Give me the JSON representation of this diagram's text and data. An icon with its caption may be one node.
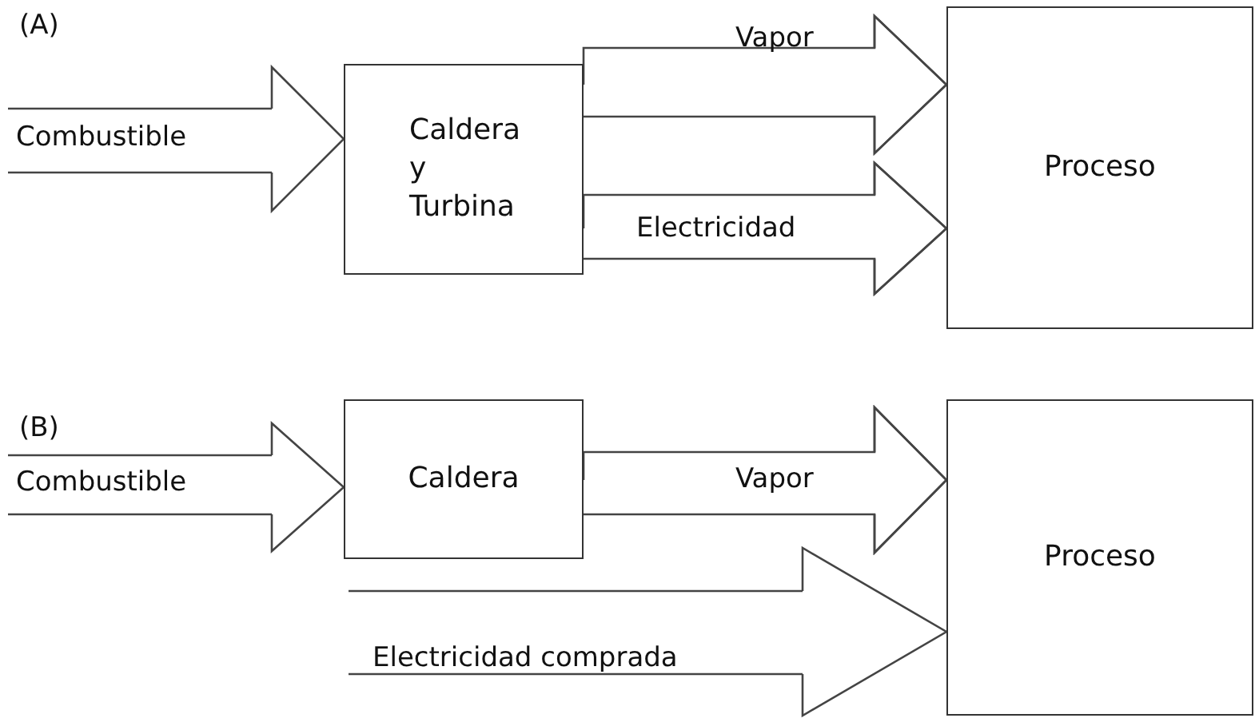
{
  "diagram": {
    "nodes": [
      {
        "text": [
          "Caldera y Turbina"
        ]
      },
      {
        "text": [
          "Proceso"
        ]
      },
      {
        "text": [
          "Caldera"
        ]
      },
      {
        "text": [
          "Proceso"
        ]
      }
    ],
    "edges": [
      {
        "from": null,
        "to": 0,
        "arrow": "to",
        "label": "Combustible"
      },
      {
        "from": 0,
        "to": 1,
        "arrow": "to",
        "label": "Vapor"
      },
      {
        "from": 0,
        "to": 1,
        "arrow": "to",
        "label": "Electricidad"
      },
      {
        "from": null,
        "to": 2,
        "arrow": "to",
        "label": "Combustible"
      },
      {
        "from": 2,
        "to": 3,
        "arrow": "to",
        "label": "Vapor"
      },
      {
        "from": null,
        "to": 3,
        "arrow": "to",
        "label": "Electricidad comprada"
      }
    ],
    "labels": [
      "(A)",
      "(B)"
    ]
  }
}
